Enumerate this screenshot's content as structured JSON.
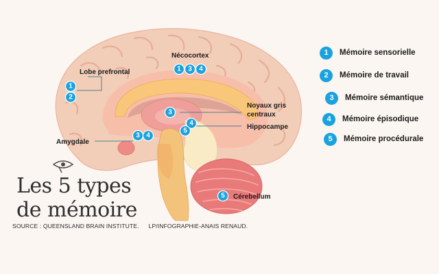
{
  "labels": {
    "lobe_prefrontal": "Lobe prefrontal",
    "neocortex": "Nécocortex",
    "noyaux_line1": "Noyaux gris",
    "noyaux_line2": "centraux",
    "hippocampe": "Hippocampe",
    "amygdale": "Amygdale",
    "cerebellum": "Cérebellum"
  },
  "markers": {
    "prefrontal": [
      "1",
      "2"
    ],
    "neocortex": [
      "1",
      "3",
      "4"
    ],
    "noyaux": [
      "3"
    ],
    "hippocampe": [
      "4",
      "5"
    ],
    "amygdale": [
      "3",
      "4"
    ],
    "cerebellum": [
      "5"
    ]
  },
  "legend": [
    {
      "number": "1",
      "label": "Mémoire sensorielle"
    },
    {
      "number": "2",
      "label": "Mémoire de travail"
    },
    {
      "number": "3",
      "label": "Mémoire sémantique"
    },
    {
      "number": "4",
      "label": "Mémoire épisodique"
    },
    {
      "number": "5",
      "label": "Mémoire procédurale"
    }
  ],
  "title_line1": "Les 5 types",
  "title_line2": "de mémoire",
  "source": "SOURCE : QUEENSLAND BRAIN INSTITUTE.",
  "credit": "LP/INFOGRAPHIE-ANAIS RENAUD.",
  "colors": {
    "badge": "#1aa2df",
    "cortex": "#f2cdb8",
    "inner_cortex": "#f7bea9",
    "corpus_callosum": "#f8c77a",
    "thalamus": "#ef9e9a",
    "brainstem": "#f4c37b",
    "cerebellum": "#e97a7a",
    "amygdala": "#ee8b86",
    "hippocampus": "#f8ebc6"
  }
}
